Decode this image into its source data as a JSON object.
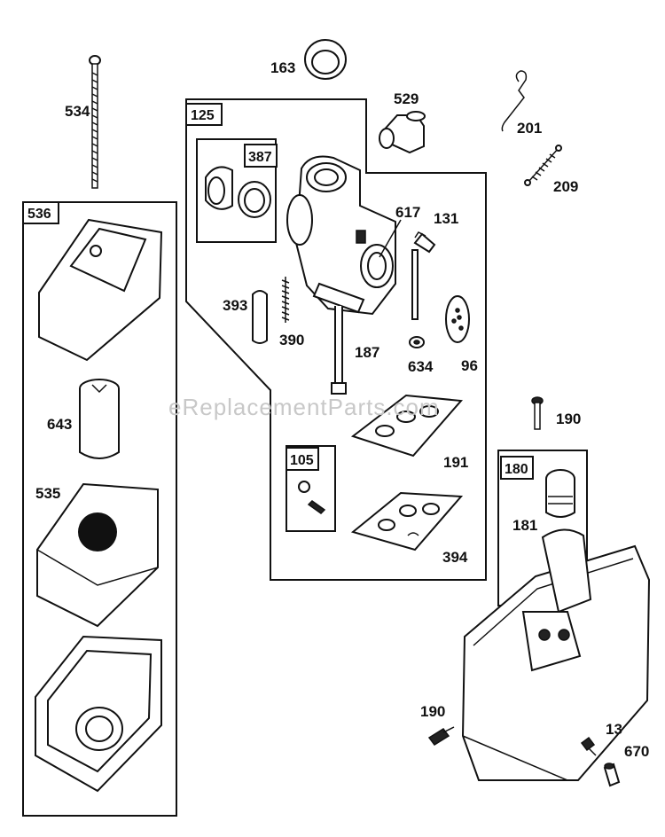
{
  "watermark": "eReplacementParts.com",
  "groups": [
    {
      "id": "536",
      "label": "536"
    },
    {
      "id": "125",
      "label": "125"
    },
    {
      "id": "387",
      "label": "387"
    },
    {
      "id": "105",
      "label": "105"
    },
    {
      "id": "180",
      "label": "180"
    }
  ],
  "callouts": [
    {
      "id": "534",
      "label": "534"
    },
    {
      "id": "163",
      "label": "163"
    },
    {
      "id": "529",
      "label": "529"
    },
    {
      "id": "201",
      "label": "201"
    },
    {
      "id": "209",
      "label": "209"
    },
    {
      "id": "617",
      "label": "617"
    },
    {
      "id": "131",
      "label": "131"
    },
    {
      "id": "393",
      "label": "393"
    },
    {
      "id": "390",
      "label": "390"
    },
    {
      "id": "187",
      "label": "187"
    },
    {
      "id": "634",
      "label": "634"
    },
    {
      "id": "96",
      "label": "96"
    },
    {
      "id": "643",
      "label": "643"
    },
    {
      "id": "535",
      "label": "535"
    },
    {
      "id": "191",
      "label": "191"
    },
    {
      "id": "394",
      "label": "394"
    },
    {
      "id": "190a",
      "label": "190"
    },
    {
      "id": "181",
      "label": "181"
    },
    {
      "id": "190b",
      "label": "190"
    },
    {
      "id": "13",
      "label": "13"
    },
    {
      "id": "670",
      "label": "670"
    }
  ]
}
